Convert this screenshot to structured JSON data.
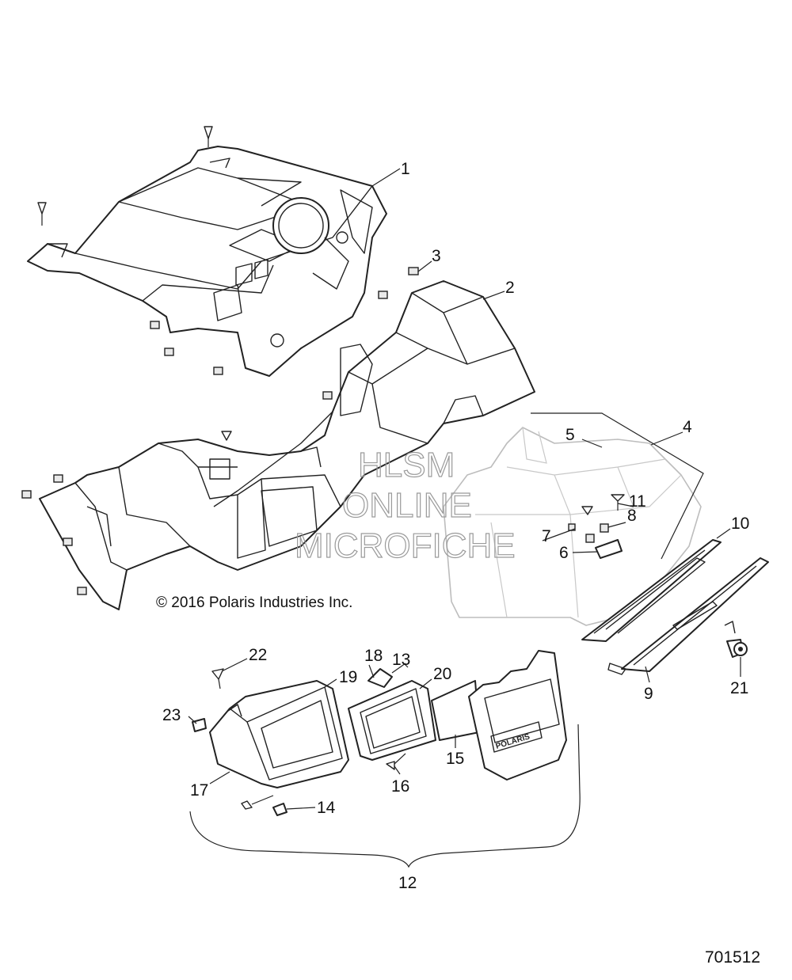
{
  "diagram": {
    "callouts": [
      {
        "id": "c1",
        "label": "1"
      },
      {
        "id": "c2",
        "label": "2"
      },
      {
        "id": "c3",
        "label": "3"
      },
      {
        "id": "c4",
        "label": "4"
      },
      {
        "id": "c5",
        "label": "5"
      },
      {
        "id": "c6",
        "label": "6"
      },
      {
        "id": "c7",
        "label": "7"
      },
      {
        "id": "c8",
        "label": "8"
      },
      {
        "id": "c9",
        "label": "9"
      },
      {
        "id": "c10",
        "label": "10"
      },
      {
        "id": "c11",
        "label": "11"
      },
      {
        "id": "c12",
        "label": "12"
      },
      {
        "id": "c13",
        "label": "13"
      },
      {
        "id": "c14",
        "label": "14"
      },
      {
        "id": "c15",
        "label": "15"
      },
      {
        "id": "c16",
        "label": "16"
      },
      {
        "id": "c17",
        "label": "17"
      },
      {
        "id": "c18",
        "label": "18"
      },
      {
        "id": "c19",
        "label": "19"
      },
      {
        "id": "c20",
        "label": "20"
      },
      {
        "id": "c21",
        "label": "21"
      },
      {
        "id": "c22",
        "label": "22"
      },
      {
        "id": "c23",
        "label": "23"
      }
    ],
    "copyright": "© 2016 Polaris Industries Inc.",
    "document_number": "701512",
    "watermark": [
      "HLSM",
      "ONLINE",
      "MICROFICHE"
    ],
    "door_brand": "POLARIS"
  }
}
